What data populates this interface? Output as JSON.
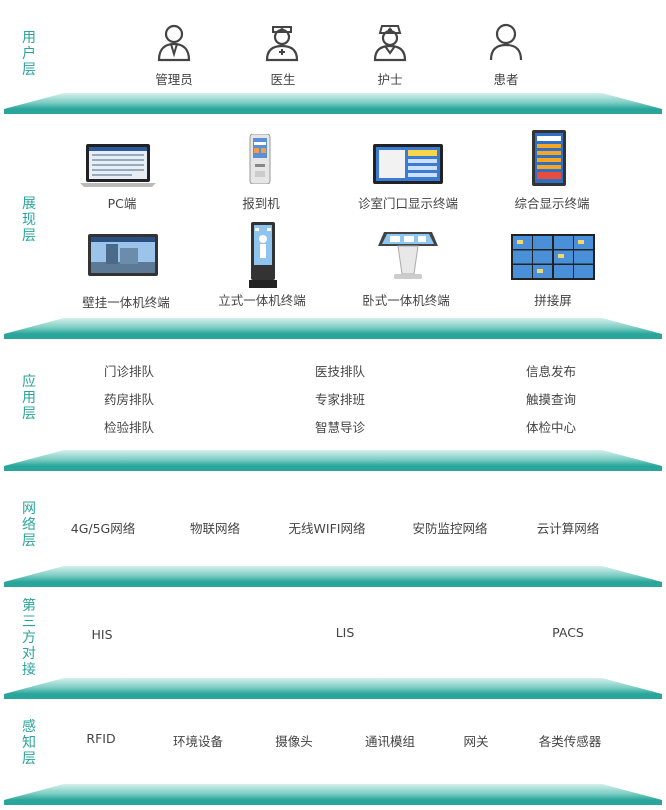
{
  "colors": {
    "accent": "#2aa59b",
    "platform_top": "#bfe6e1",
    "platform_bottom": "#2aa59b"
  },
  "layers": {
    "user": {
      "label": "用户层",
      "items": [
        {
          "label": "管理员",
          "icon": "admin-icon"
        },
        {
          "label": "医生",
          "icon": "doctor-icon"
        },
        {
          "label": "护士",
          "icon": "nurse-icon"
        },
        {
          "label": "患者",
          "icon": "patient-icon"
        }
      ]
    },
    "display": {
      "label": "展现层",
      "items": [
        {
          "label": "PC端",
          "icon": "laptop-icon"
        },
        {
          "label": "报到机",
          "icon": "checkin-kiosk-icon"
        },
        {
          "label": "诊室门口显示终端",
          "icon": "wide-display-icon"
        },
        {
          "label": "综合显示终端",
          "icon": "vertical-display-icon"
        },
        {
          "label": "壁挂一体机终端",
          "icon": "wall-display-icon"
        },
        {
          "label": "立式一体机终端",
          "icon": "standing-kiosk-icon"
        },
        {
          "label": "卧式一体机终端",
          "icon": "table-kiosk-icon"
        },
        {
          "label": "拼接屏",
          "icon": "video-wall-icon"
        }
      ]
    },
    "application": {
      "label": "应用层",
      "items": [
        "门诊排队",
        "医技排队",
        "信息发布",
        "药房排队",
        "专家排班",
        "触摸查询",
        "检验排队",
        "智慧导诊",
        "体检中心"
      ]
    },
    "network": {
      "label": "网络层",
      "items": [
        "4G/5G网络",
        "物联网络",
        "无线WIFI网络",
        "安防监控网络",
        "云计算网络"
      ]
    },
    "thirdparty": {
      "label": "第三方对接",
      "items": [
        "HIS",
        "LIS",
        "PACS"
      ]
    },
    "perception": {
      "label": "感知层",
      "items": [
        "RFID",
        "环境设备",
        "摄像头",
        "通讯模组",
        "网关",
        "各类传感器"
      ]
    }
  }
}
